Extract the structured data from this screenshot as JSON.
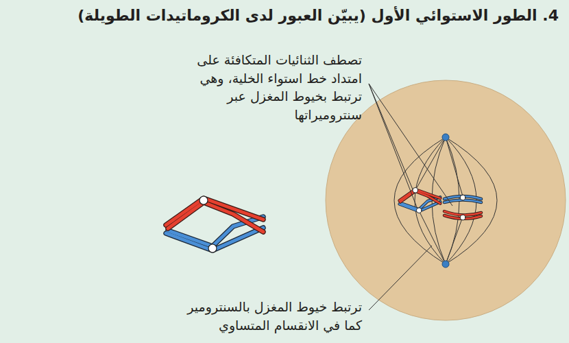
{
  "diagram": {
    "title": "4. الطور الاستوائي الأول (يبيّن العبور لدى الكروماتيدات الطويلة)",
    "labels": [
      "تصطف الثنائيات المتكافئة على امتداد خط استواء الخلية، وهي ترتبط بخيوط المغزل عبر سنتروميراتها",
      "ترتبط خيوط المغزل بالسنترومير كما في الانقسام المتساوي"
    ]
  }
}
